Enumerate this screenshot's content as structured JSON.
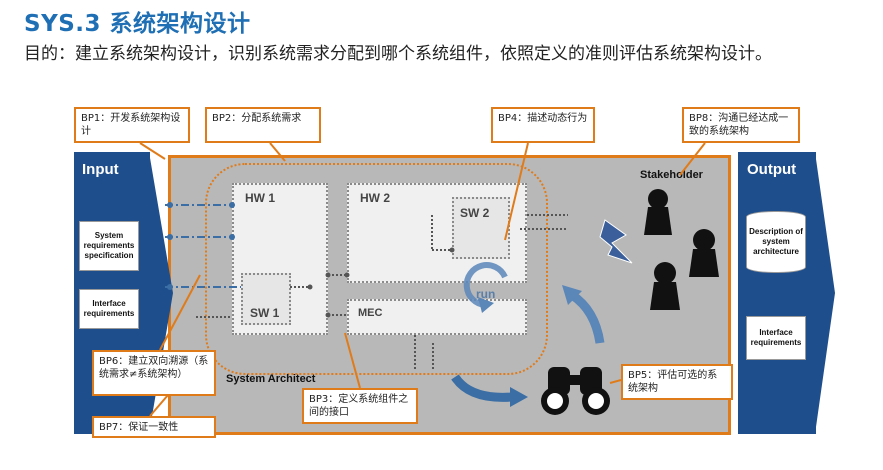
{
  "header": {
    "title": "SYS.3  系统架构设计",
    "description": "目的：建立系统架构设计，识别系统需求分配到哪个系统组件，依照定义的准则评估系统架构设计。"
  },
  "input_panel": {
    "title": "Input",
    "docs": [
      "System requirements specification",
      "Interface requirements"
    ]
  },
  "output_panel": {
    "title": "Output",
    "docs": [
      "Description of system architecture",
      "Interface requirements"
    ]
  },
  "diagram": {
    "stakeholder_label": "Stakeholder",
    "system_architect_label": "System Architect",
    "blocks": {
      "hw1": "HW 1",
      "hw2": "HW 2",
      "sw1": "SW 1",
      "sw2": "SW 2",
      "mec": "MEC"
    },
    "run_label": "run"
  },
  "callouts": {
    "bp1": "BP1：开发系统架构设计",
    "bp2": "BP2：分配系统需求",
    "bp3": "BP3：定义系统组件之间的接口",
    "bp4": "BP4：描述动态行为",
    "bp5": "BP5：评估可选的系统架构",
    "bp6": "BP6：建立双向溯源（系统需求≠系统架构）",
    "bp7": "BP7：保证一致性",
    "bp8": "BP8：沟通已经达成一致的系统架构"
  },
  "colors": {
    "title_blue": "#1f6fb5",
    "accent_orange": "#e07b1a",
    "panel_navy": "#1f4e8c",
    "diagram_gray": "#b8b8b8"
  }
}
